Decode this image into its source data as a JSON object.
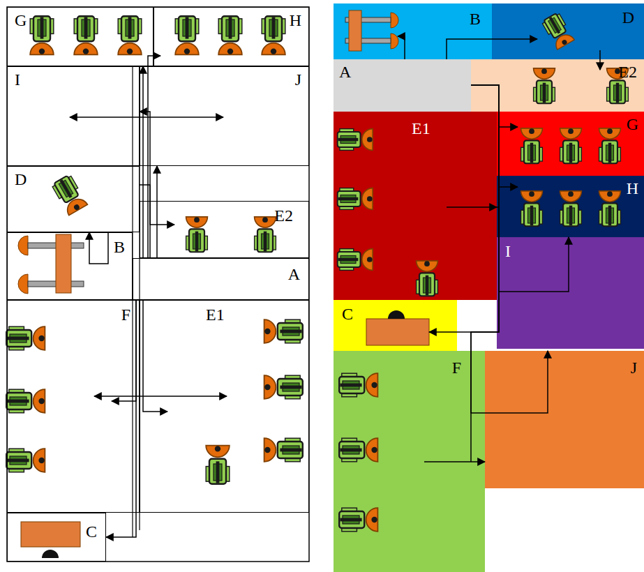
{
  "diagram": {
    "nodes": [
      {
        "text": [
          "G"
        ]
      },
      {
        "text": [
          "H"
        ]
      },
      {
        "text": [
          "I"
        ]
      },
      {
        "text": [
          "J"
        ]
      },
      {
        "text": [
          "D"
        ]
      },
      {
        "text": [
          "E2"
        ]
      },
      {
        "text": [
          "B"
        ]
      },
      {
        "text": [
          "A"
        ]
      },
      {
        "text": [
          "F"
        ]
      },
      {
        "text": [
          "E1"
        ]
      },
      {
        "text": [
          "C"
        ]
      },
      {
        "text": [
          "B"
        ]
      },
      {
        "text": [
          "D"
        ]
      },
      {
        "text": [
          "A"
        ]
      },
      {
        "text": [
          "E2"
        ]
      },
      {
        "text": [
          "E1"
        ]
      },
      {
        "text": [
          "G"
        ]
      },
      {
        "text": [
          "H"
        ]
      },
      {
        "text": [
          "I"
        ]
      },
      {
        "text": [
          "C"
        ]
      },
      {
        "text": [
          "F"
        ]
      },
      {
        "text": [
          "J"
        ]
      }
    ],
    "edges": [
      {
        "from": 7,
        "to": 0,
        "arrow": "to"
      },
      {
        "from": 7,
        "to": 1,
        "arrow": "to"
      },
      {
        "from": 7,
        "to": 2,
        "arrow": "to"
      },
      {
        "from": 7,
        "to": 3,
        "arrow": "to"
      },
      {
        "from": 7,
        "to": 10,
        "arrow": "to"
      },
      {
        "from": 7,
        "to": 8,
        "arrow": "to"
      },
      {
        "from": 7,
        "to": 9,
        "arrow": "to"
      },
      {
        "from": 4,
        "to": 5,
        "arrow": "to"
      },
      {
        "from": 4,
        "to": 6,
        "arrow": "to"
      },
      {
        "from": 13,
        "to": 11,
        "arrow": "to"
      },
      {
        "from": 13,
        "to": 12,
        "arrow": "to"
      },
      {
        "from": 12,
        "to": 14,
        "arrow": "to"
      },
      {
        "from": 13,
        "to": 16,
        "arrow": "to"
      },
      {
        "from": 13,
        "to": 17,
        "arrow": "to"
      },
      {
        "from": 13,
        "to": 15,
        "arrow": "to"
      },
      {
        "from": 13,
        "to": 18,
        "arrow": "to"
      },
      {
        "from": 13,
        "to": 19,
        "arrow": "to"
      },
      {
        "from": 13,
        "to": 20,
        "arrow": "to"
      },
      {
        "from": 13,
        "to": 21,
        "arrow": "to"
      }
    ]
  }
}
